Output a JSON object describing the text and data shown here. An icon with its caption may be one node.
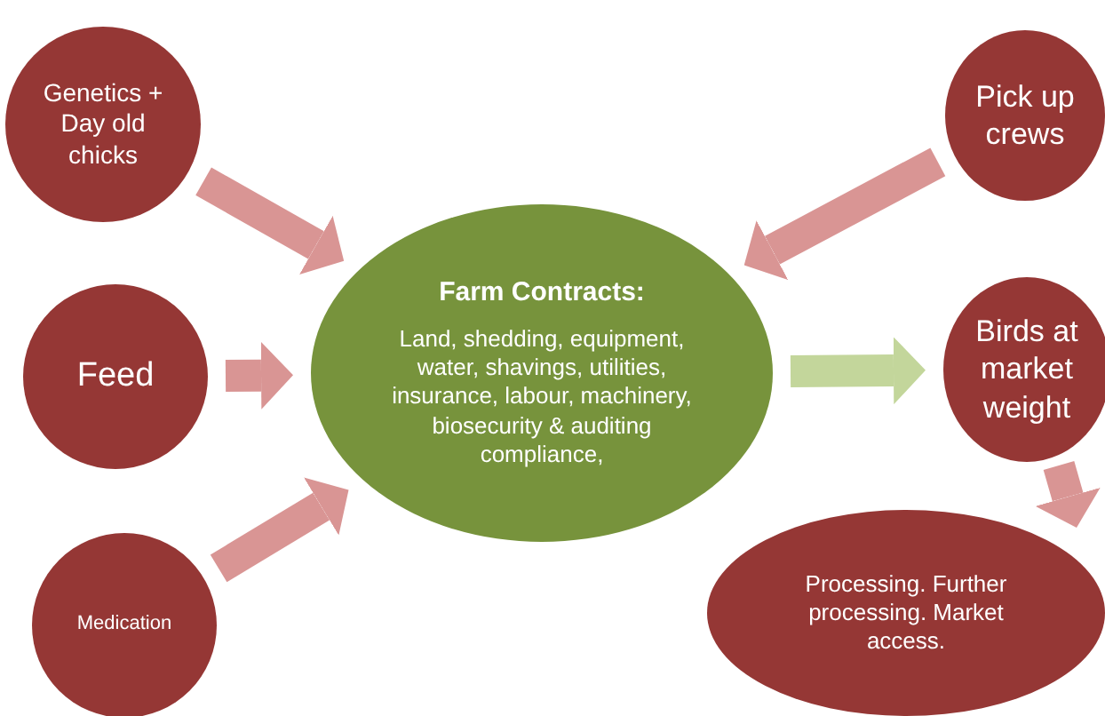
{
  "diagram": {
    "nodes": [
      {
        "text": [
          "Genetics + Day old chicks"
        ]
      },
      {
        "text": [
          "Feed"
        ]
      },
      {
        "text": [
          "Medication"
        ]
      },
      {
        "text": [
          "Farm Contracts:",
          "Land, shedding, equipment, water, shavings, utilities, insurance, labour, machinery, biosecurity & auditing compliance,"
        ]
      },
      {
        "text": [
          "Pick up crews"
        ]
      },
      {
        "text": [
          "Birds at market weight"
        ]
      },
      {
        "text": [
          "Processing. Further processing. Market access."
        ]
      }
    ],
    "edges": [
      {
        "from": 0,
        "to": 3,
        "arrow": "to"
      },
      {
        "from": 1,
        "to": 3,
        "arrow": "to"
      },
      {
        "from": 2,
        "to": 3,
        "arrow": "to"
      },
      {
        "from": 4,
        "to": 3,
        "arrow": "to"
      },
      {
        "from": 3,
        "to": 5,
        "arrow": "to",
        "color": "#c3d69b"
      },
      {
        "from": 5,
        "to": 6,
        "arrow": "to"
      }
    ]
  }
}
